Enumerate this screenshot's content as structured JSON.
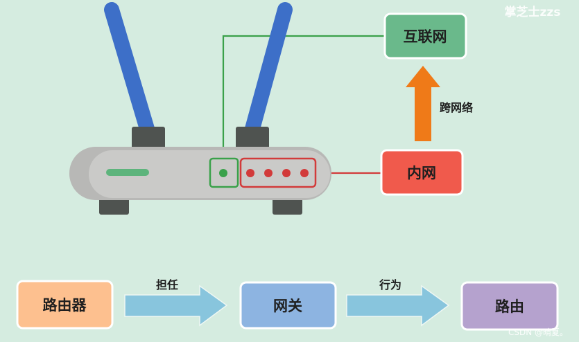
{
  "watermarks": {
    "brand": "掌芝士zzs",
    "credit": "CSDN @晴夏。"
  },
  "network": {
    "internet_label": "互联网",
    "intranet_label": "内网",
    "cross_network_label": "跨网络"
  },
  "flow": {
    "steps": [
      {
        "label": "路由器"
      },
      {
        "label": "网关"
      },
      {
        "label": "路由"
      }
    ],
    "connectors": [
      {
        "label": "担任"
      },
      {
        "label": "行为"
      }
    ]
  },
  "colors": {
    "background": "#d5ece0",
    "antenna": "#3d6fc8",
    "antenna_base": "#4f5350",
    "router_shell": "#b8b8b6",
    "router_face": "#cacac8",
    "power_led": "#5db47c",
    "wan_port": "#3aa14a",
    "lan_port": "#d23a3a",
    "internet_box": "#6ab98b",
    "intranet_box": "#f05a4c",
    "cross_arrow": "#ef7a18",
    "flow_arrow": "#88c5dd",
    "router_step": "#fdc08f",
    "gateway_step": "#8db4e1",
    "routing_step": "#b5a2ce",
    "box_border": "#ffffff"
  }
}
